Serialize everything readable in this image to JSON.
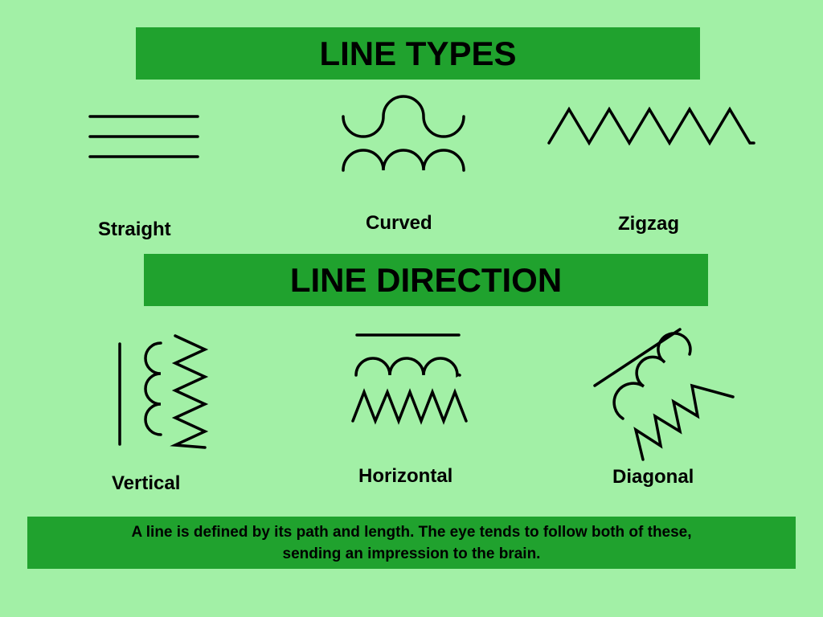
{
  "sections": {
    "types_title": "LINE TYPES",
    "direction_title": "LINE DIRECTION"
  },
  "types": {
    "straight": "Straight",
    "curved": "Curved",
    "zigzag": "Zigzag"
  },
  "directions": {
    "vertical": "Vertical",
    "horizontal": "Horizontal",
    "diagonal": "Diagonal"
  },
  "note": {
    "line1": "A line is defined by its path and length.  The eye tends to follow both of these,",
    "line2": "sending an impression to the brain."
  },
  "colors": {
    "background": "#a2f0a6",
    "banner": "#20a22e",
    "ink": "#000000"
  }
}
